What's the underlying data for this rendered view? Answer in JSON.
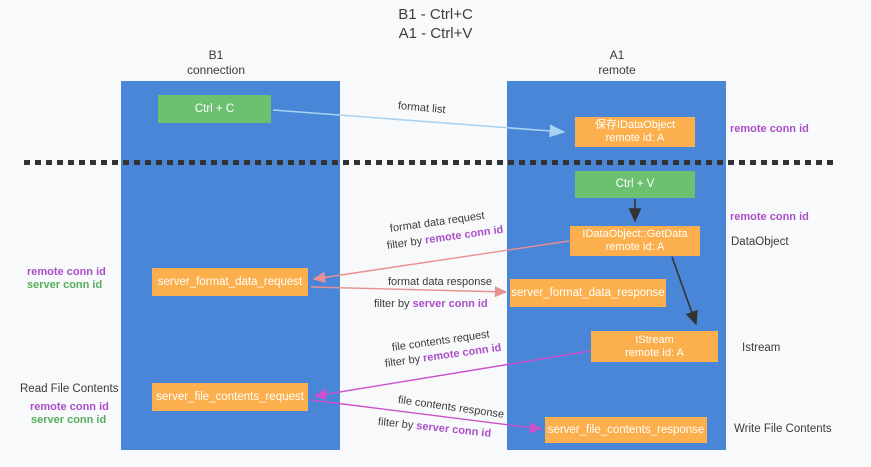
{
  "title": {
    "line1": "B1 - Ctrl+C",
    "line2": "A1 - Ctrl+V"
  },
  "columns": {
    "left": {
      "name": "B1",
      "role": "connection"
    },
    "right": {
      "name": "A1",
      "role": "remote"
    }
  },
  "nodes": {
    "ctrl_c": {
      "label": "Ctrl + C"
    },
    "ctrl_v": {
      "label": "Ctrl + V"
    },
    "save_idataobject": {
      "line1": "保存IDataObject",
      "line2": "remote id: A"
    },
    "idataobject_getdata": {
      "line1": "IDataObject::GetData",
      "line2": "remote id: A"
    },
    "istream": {
      "line1": "IStream",
      "line2": "remote id: A"
    },
    "server_format_data_request": {
      "label": "server_format_data_request"
    },
    "server_format_data_response": {
      "label": "server_format_data_response"
    },
    "server_file_contents_request": {
      "label": "server_file_contents_request"
    },
    "server_file_contents_response": {
      "label": "server_file_contents_response"
    }
  },
  "arrows": {
    "format_list": {
      "label": "format list"
    },
    "format_data_request": {
      "label": "format data request",
      "filter_prefix": "filter by ",
      "filter_key": "remote conn id"
    },
    "format_data_response": {
      "label": "format data response",
      "filter_prefix": "filter by ",
      "filter_key": "server conn id"
    },
    "file_contents_request": {
      "label": "file contents request",
      "filter_prefix": "filter by ",
      "filter_key": "remote conn id"
    },
    "file_contents_response": {
      "label": "file contents response",
      "filter_prefix": "filter by ",
      "filter_key": "server conn id"
    }
  },
  "side_labels": {
    "right_remote_conn_top": "remote conn id",
    "right_remote_conn_mid": "remote conn id",
    "right_dataobject": "DataObject",
    "right_istream": "Istream",
    "right_write_file_contents": "Write File Contents",
    "left_remote_conn_mid": "remote conn id",
    "left_server_conn_mid": "server conn id",
    "left_read_file_contents": "Read File Contents",
    "left_remote_conn_bottom": "remote conn id",
    "left_server_conn_bottom": "server conn id"
  },
  "colors": {
    "background": "#F8F9FA",
    "column_blue": "#4A86D8",
    "node_orange": "#FBAF4D",
    "node_green": "#6EC071",
    "text_purple": "#AB4FC8",
    "text_green": "#56AE5E",
    "arrow_salmon": "#E89090",
    "arrow_magenta": "#CC4FCC",
    "arrow_lightblue": "#A9D3F2",
    "arrow_black": "#333333"
  }
}
